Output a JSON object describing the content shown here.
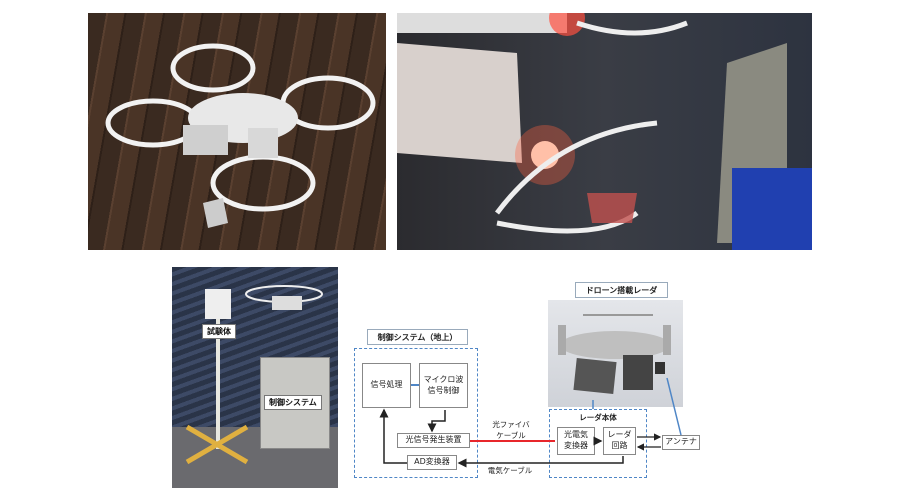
{
  "photos": {
    "outdoor_drone": {
      "alt_icon": "drone-photo"
    },
    "chamber_closeup": {
      "alt_icon": "drone-radar-photo"
    },
    "test_setup": {
      "target_label": "試験体",
      "control_label": "制御システム"
    }
  },
  "diagram": {
    "drone_radar_label": "ドローン搭載レーダ",
    "control_system_label": "制御システム（地上）",
    "signal_processing": "信号処理",
    "microwave_control": "マイクロ波\n信号制御",
    "optical_signal_generator": "光信号発生装置",
    "ad_converter": "AD変換器",
    "radar_body_label": "レーダ本体",
    "oe_converter": "光電気\n変換器",
    "radar_circuit": "レーダ\n回路",
    "antenna": "アンテナ",
    "fiber_cable": "光ファイバ\nケーブル",
    "electric_cable": "電気ケーブル",
    "colors": {
      "fiber": "#e8262b",
      "dashed": "#4f86c6",
      "arrow": "#222222"
    }
  }
}
